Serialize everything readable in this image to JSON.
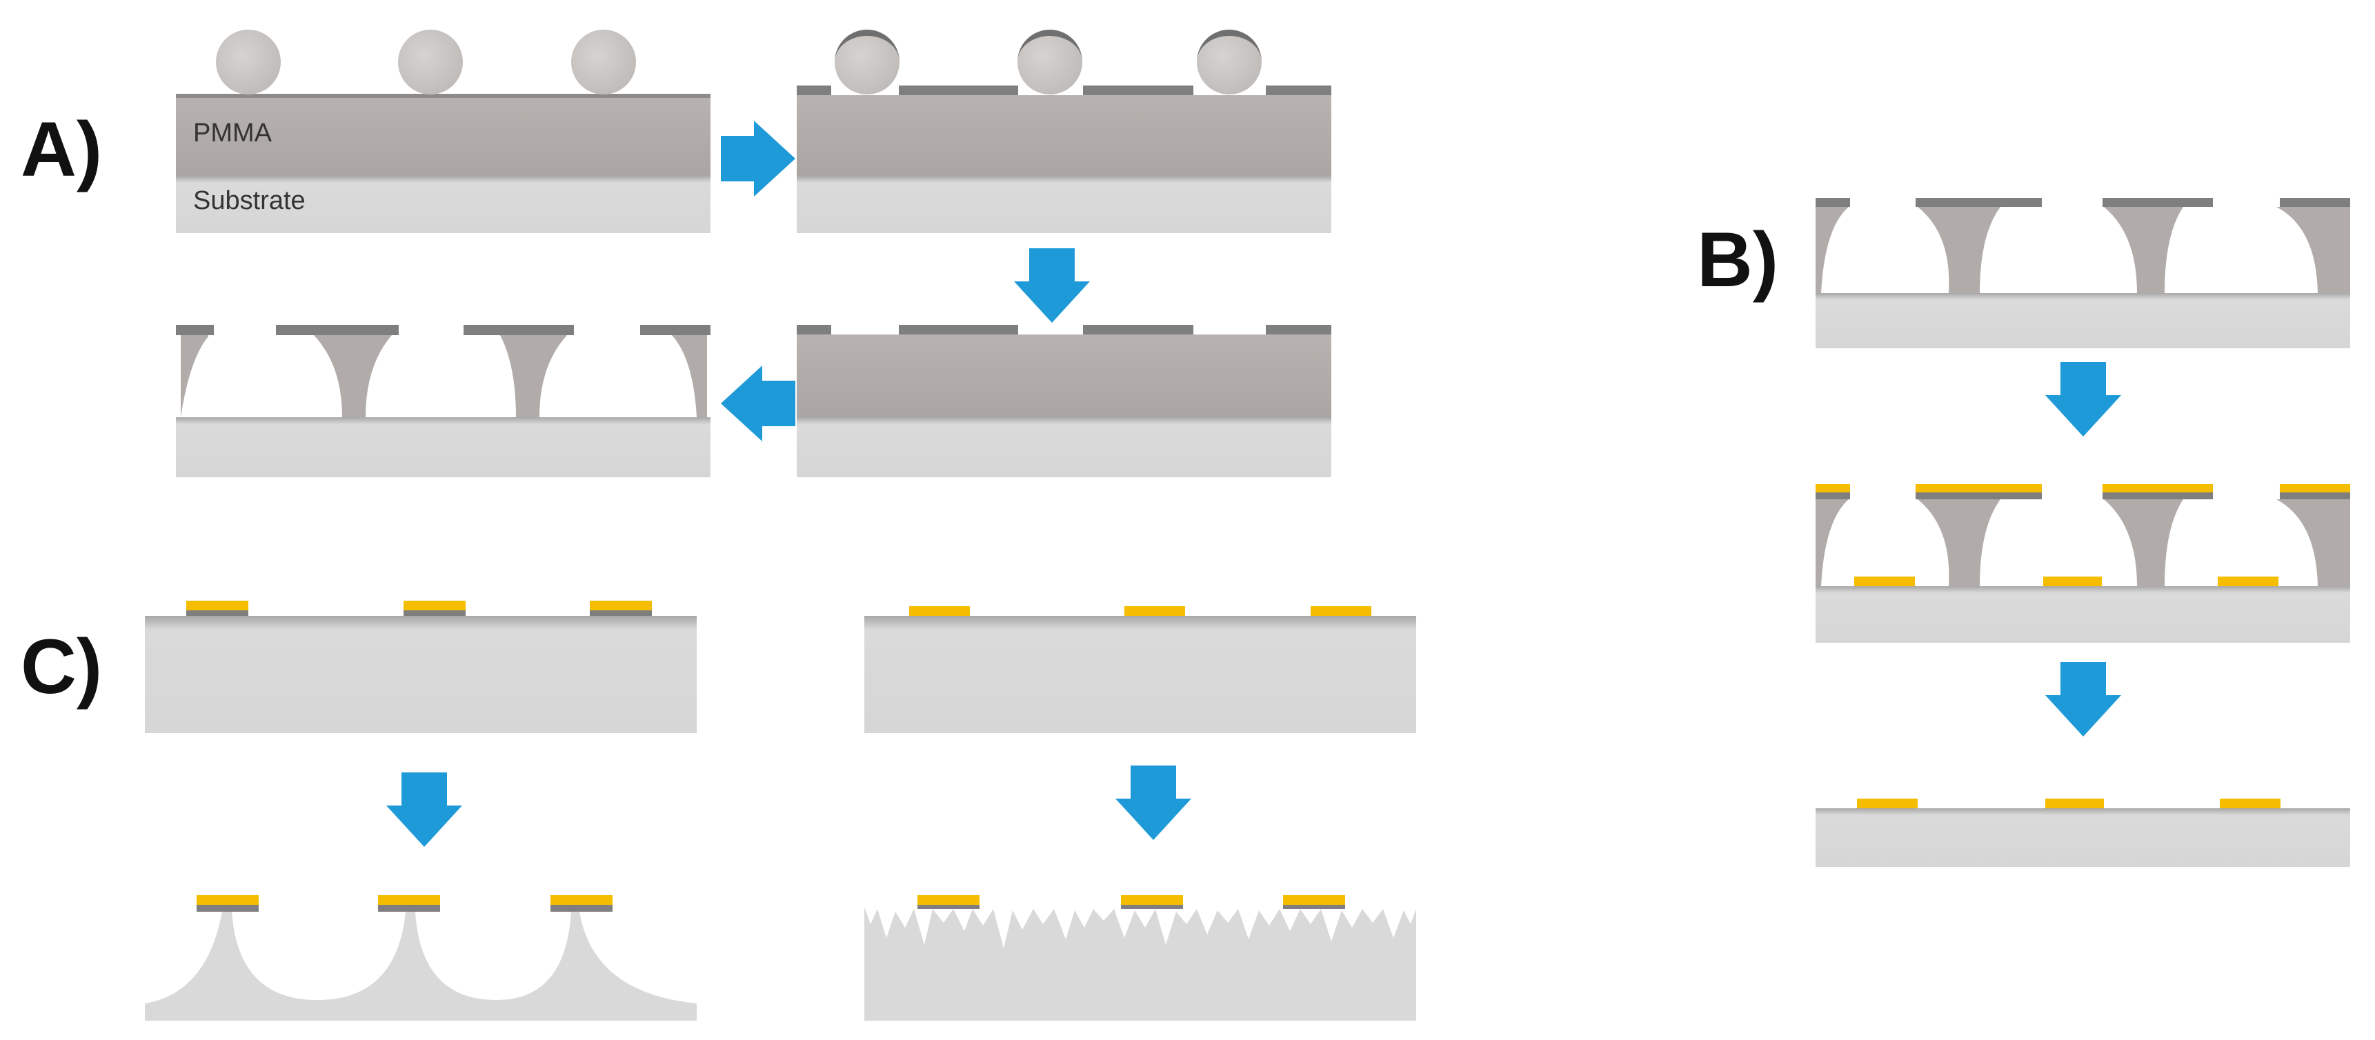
{
  "figure": {
    "panels": [
      {
        "id": "A",
        "label": "A)"
      },
      {
        "id": "B",
        "label": "B)"
      },
      {
        "id": "C",
        "label": "C)"
      }
    ],
    "layer_labels": {
      "pmma": "PMMA",
      "substrate": "Substrate"
    }
  },
  "colors": {
    "pmma": "#b1aca9",
    "substrate": "#d9d9d9",
    "mask": "#7f7f7f",
    "sphere": "#ccc8c6",
    "gold": "#f5bd00",
    "arrow": "#1f9ad8"
  }
}
